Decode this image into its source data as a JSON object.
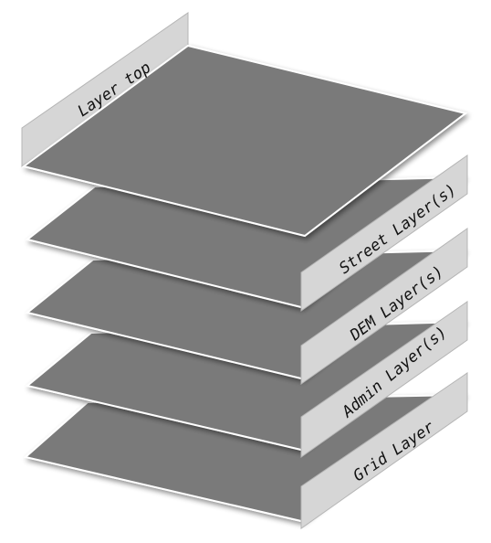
{
  "diagram": {
    "layers": [
      {
        "id": "top",
        "label": "Layer top"
      },
      {
        "id": "street",
        "label": "Street Layer(s)"
      },
      {
        "id": "dem",
        "label": "DEM Layer(s)"
      },
      {
        "id": "admin",
        "label": "Admin Layer(s)"
      },
      {
        "id": "grid",
        "label": "Grid Layer"
      }
    ],
    "colors": {
      "plate": "#7a7a7a",
      "plate_edge": "#ffffff",
      "tab": "#d6d6d6",
      "label_text": "#111111",
      "background": "#ffffff"
    }
  }
}
